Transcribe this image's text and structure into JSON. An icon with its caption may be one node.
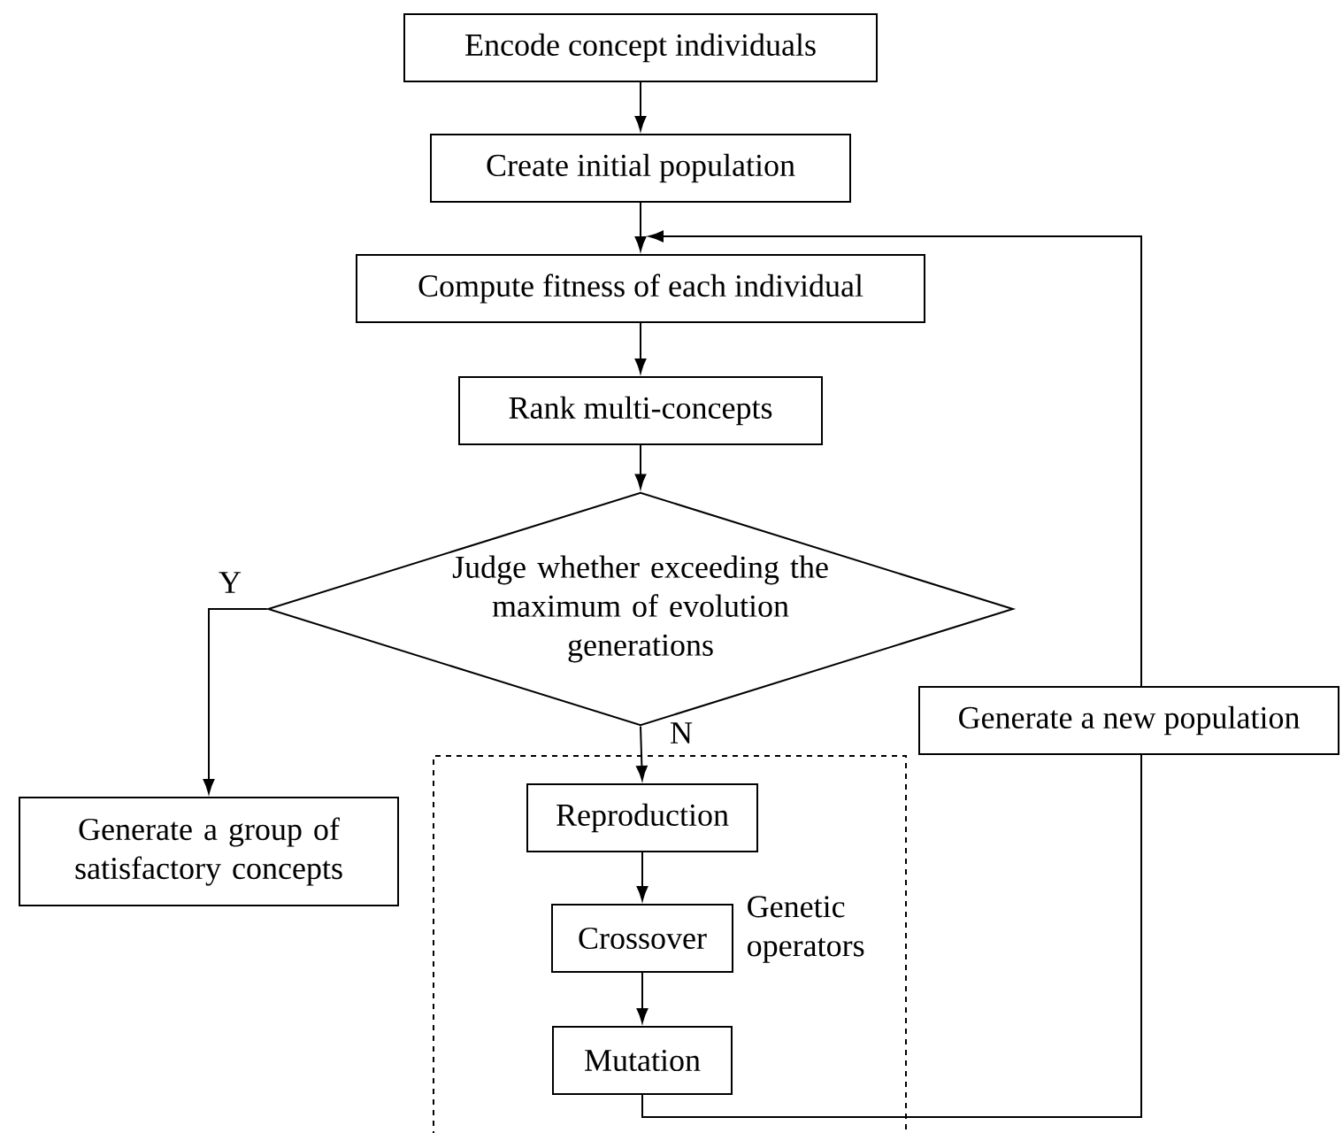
{
  "diagram": {
    "nodes": [
      {
        "text": [
          "Encode concept individuals"
        ]
      },
      {
        "text": [
          "Create initial population"
        ]
      },
      {
        "text": [
          "Compute fitness of each individual"
        ]
      },
      {
        "text": [
          "Rank multi-concepts"
        ]
      },
      {
        "text": [
          "Judge whether exceeding the maximum of evolution generations"
        ]
      },
      {
        "text": [
          "Generate a group of satisfactory concepts"
        ]
      },
      {
        "text": [
          "Genetic operators"
        ]
      },
      {
        "text": [
          "Reproduction"
        ],
        "in": 6
      },
      {
        "text": [
          "Crossover"
        ],
        "in": 6
      },
      {
        "text": [
          "Mutation"
        ],
        "in": 6
      },
      {
        "text": [
          "Generate a new population"
        ]
      }
    ],
    "edges": [
      {
        "from": 0,
        "to": 1,
        "arrow": "to"
      },
      {
        "from": 1,
        "to": 2,
        "arrow": "to"
      },
      {
        "from": 2,
        "to": 3,
        "arrow": "to"
      },
      {
        "from": 3,
        "to": 4,
        "arrow": "to"
      },
      {
        "from": 4,
        "to": 5,
        "arrow": "to",
        "label": "Y"
      },
      {
        "from": 4,
        "to": 7,
        "arrow": "to",
        "label": "N"
      },
      {
        "from": 7,
        "to": 8,
        "arrow": "to"
      },
      {
        "from": 8,
        "to": 9,
        "arrow": "to"
      },
      {
        "from": 9,
        "to": 10,
        "arrow": "none"
      },
      {
        "from": 10,
        "to": 2,
        "arrow": "to"
      }
    ]
  }
}
